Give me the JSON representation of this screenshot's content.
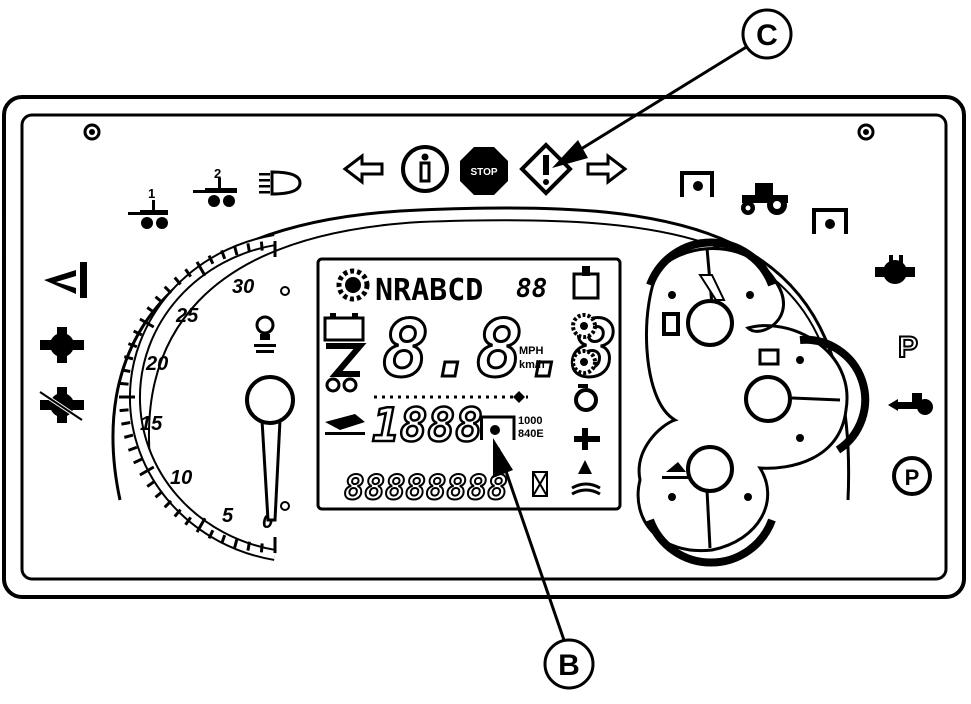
{
  "callouts": {
    "b": "B",
    "c": "C"
  },
  "speedometer": {
    "ticks": [
      "30",
      "25",
      "20",
      "15",
      "10",
      "5",
      "0"
    ]
  },
  "lcd": {
    "top_text": "NRABCD",
    "top_digits": "88",
    "main_digits": "8.8.8",
    "speed_units": {
      "mph": "MPH",
      "kmh": "km/h"
    },
    "mid_digits": "1888",
    "mid_units": {
      "line1": "1000",
      "line2": "840E"
    },
    "bottom_digits": "88888888"
  },
  "indicators": {
    "park_letter": "P",
    "park_brake_letter": "P",
    "stop_label": "STOP",
    "trailer_1": "1",
    "trailer_2": "2"
  },
  "colors": {
    "ink": "#000000",
    "paper": "#ffffff"
  }
}
